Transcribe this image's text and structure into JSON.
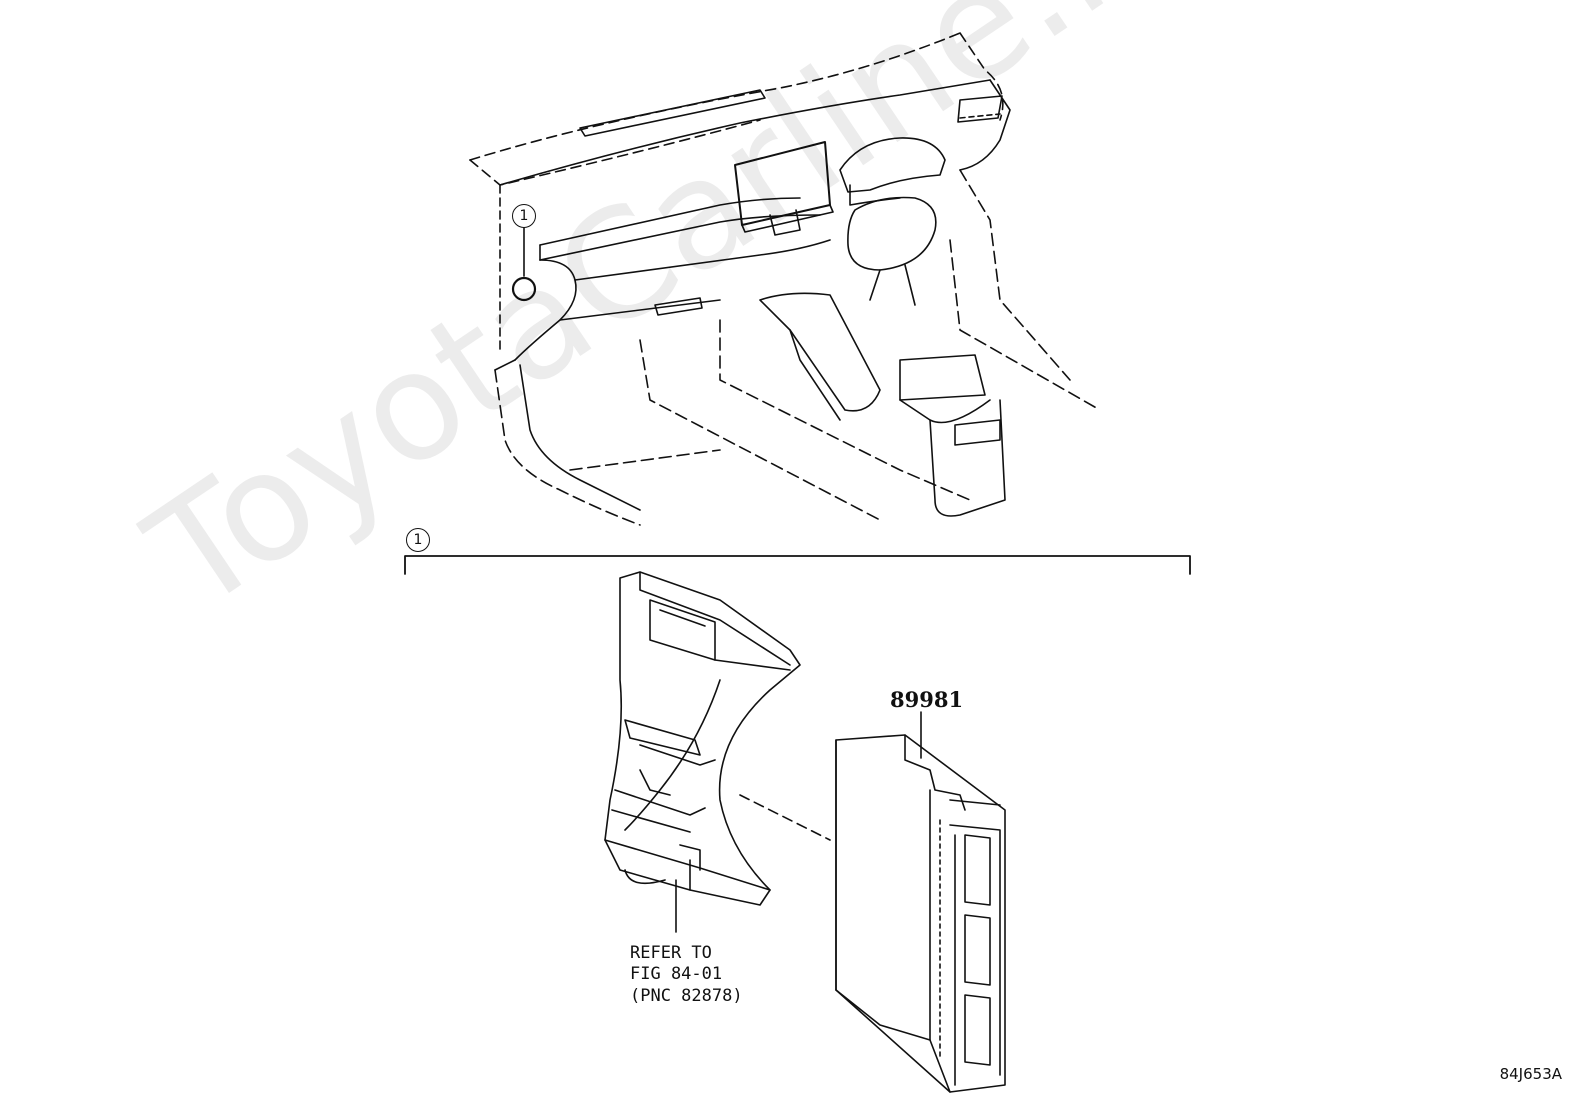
{
  "diagram": {
    "callout_top": "1",
    "callout_group": "1",
    "part_number": "89981",
    "refer_line1": "REFER TO",
    "refer_line2": "FIG 84-01",
    "refer_line3": "(PNC 82878)",
    "figure_code": "84J653A",
    "watermark": "ToyotaCarline.ru"
  }
}
